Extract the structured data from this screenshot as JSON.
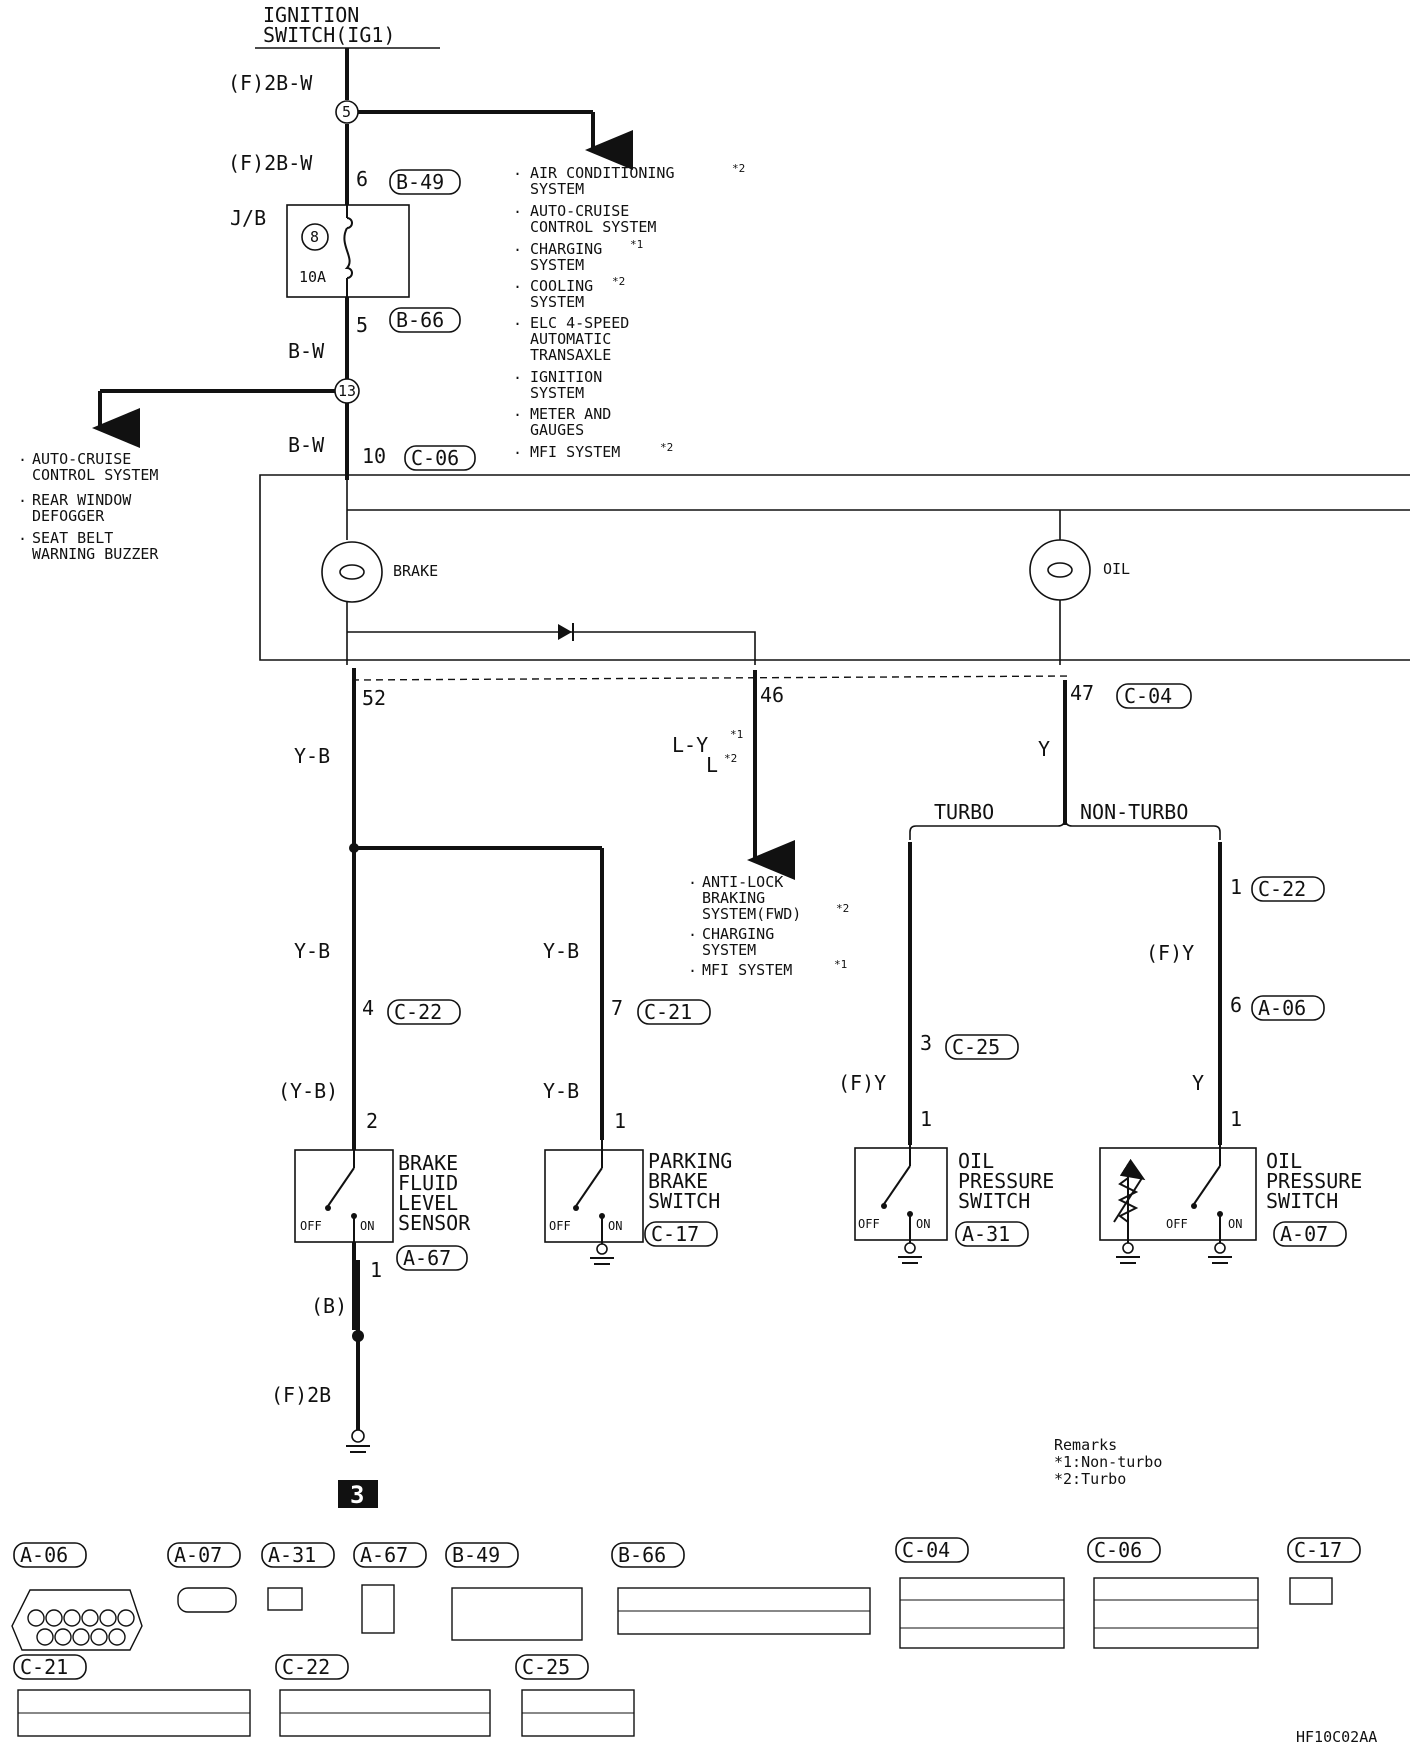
{
  "source": {
    "title_line1": "IGNITION",
    "title_line2": "SWITCH(IG1)"
  },
  "wires": {
    "f2bw_top": "(F)2B-W",
    "f2bw_mid": "(F)2B-W",
    "bw1": "B-W",
    "bw2": "B-W",
    "yb_left": "Y-B",
    "yb_left2": "Y-B",
    "yb_mid1": "Y-B",
    "yb_mid2": "Y-B",
    "yb_paren": "(Y-B)",
    "b_paren": "(B)",
    "f2b": "(F)2B",
    "ly": "L-Y",
    "ly_sup": "*1",
    "l": "L",
    "l_sup": "*2",
    "y_main": "Y",
    "fy_turbo": "(F)Y",
    "fy_nonturbo": "(F)Y",
    "y_nonturbo": "Y"
  },
  "splices": {
    "s5": "5",
    "s13": "13"
  },
  "junction_block": {
    "label": "J/B",
    "fuse_no": "8",
    "fuse_amp": "10A",
    "pin_in": "6",
    "pin_out": "5"
  },
  "connectors_labels": {
    "b49": "B-49",
    "b66": "B-66",
    "c06": "C-06",
    "c04": "C-04",
    "c22a": "C-22",
    "c21a": "C-21",
    "c25a": "C-25",
    "c22b": "C-22",
    "a06a": "A-06",
    "a67a": "A-67",
    "c17a": "C-17",
    "a31a": "A-31",
    "a07a": "A-07"
  },
  "pins": {
    "c06": "10",
    "p52": "52",
    "p46": "46",
    "p47": "47",
    "p4": "4",
    "p7": "7",
    "p2": "2",
    "p1a": "1",
    "p1b": "1",
    "p3": "3",
    "p1c": "1",
    "p1d": "1",
    "p6": "6",
    "p1e": "1"
  },
  "branch_top": {
    "items": [
      {
        "l1": "AIR CONDITIONING",
        "sup": "*2",
        "l2": "SYSTEM"
      },
      {
        "l1": "AUTO-CRUISE",
        "sup": "",
        "l2": "CONTROL SYSTEM"
      },
      {
        "l1": "CHARGING",
        "sup": "*1",
        "l2": "SYSTEM"
      },
      {
        "l1": "COOLING",
        "sup": "*2",
        "l2": "SYSTEM"
      },
      {
        "l1": "ELC 4-SPEED",
        "sup": "",
        "l2": "AUTOMATIC",
        "l3": "TRANSAXLE"
      },
      {
        "l1": "IGNITION",
        "sup": "",
        "l2": "SYSTEM"
      },
      {
        "l1": "METER AND",
        "sup": "",
        "l2": "GAUGES"
      },
      {
        "l1": "MFI SYSTEM",
        "sup": "*2",
        "l2": ""
      }
    ]
  },
  "branch_left": {
    "items": [
      {
        "l1": "AUTO-CRUISE",
        "l2": "CONTROL SYSTEM"
      },
      {
        "l1": "REAR WINDOW",
        "l2": "DEFOGGER"
      },
      {
        "l1": "SEAT BELT",
        "l2": "WARNING BUZZER"
      }
    ]
  },
  "branch_mid": {
    "items": [
      {
        "l1": "ANTI-LOCK",
        "l2": "BRAKING",
        "l3": "SYSTEM(FWD)",
        "sup": "*2"
      },
      {
        "l1": "CHARGING",
        "l2": "SYSTEM",
        "sup": ""
      },
      {
        "l1": "MFI SYSTEM",
        "sup": "*1"
      }
    ]
  },
  "lamps": {
    "brake": "BRAKE",
    "oil": "OIL"
  },
  "options": {
    "turbo": "TURBO",
    "nonturbo": "NON-TURBO"
  },
  "components": {
    "bfls": [
      "BRAKE",
      "FLUID",
      "LEVEL",
      "SENSOR"
    ],
    "pbs": [
      "PARKING",
      "BRAKE",
      "SWITCH"
    ],
    "ops1": [
      "OIL",
      "PRESSURE",
      "SWITCH"
    ],
    "ops2": [
      "OIL",
      "PRESSURE",
      "SWITCH"
    ],
    "off": "OFF",
    "on": "ON"
  },
  "ground_marker": "3",
  "remarks": {
    "title": "Remarks",
    "r1": "*1:Non-turbo",
    "r2": "*2:Turbo"
  },
  "connector_views": {
    "a06": "A-06",
    "a07": "A-07",
    "a31": "A-31",
    "a67": "A-67",
    "b49": "B-49",
    "b66": "B-66",
    "c04": "C-04",
    "c06": "C-06",
    "c17": "C-17",
    "c21": "C-21",
    "c22": "C-22",
    "c25": "C-25"
  },
  "figure_code": "HF10C02AA"
}
